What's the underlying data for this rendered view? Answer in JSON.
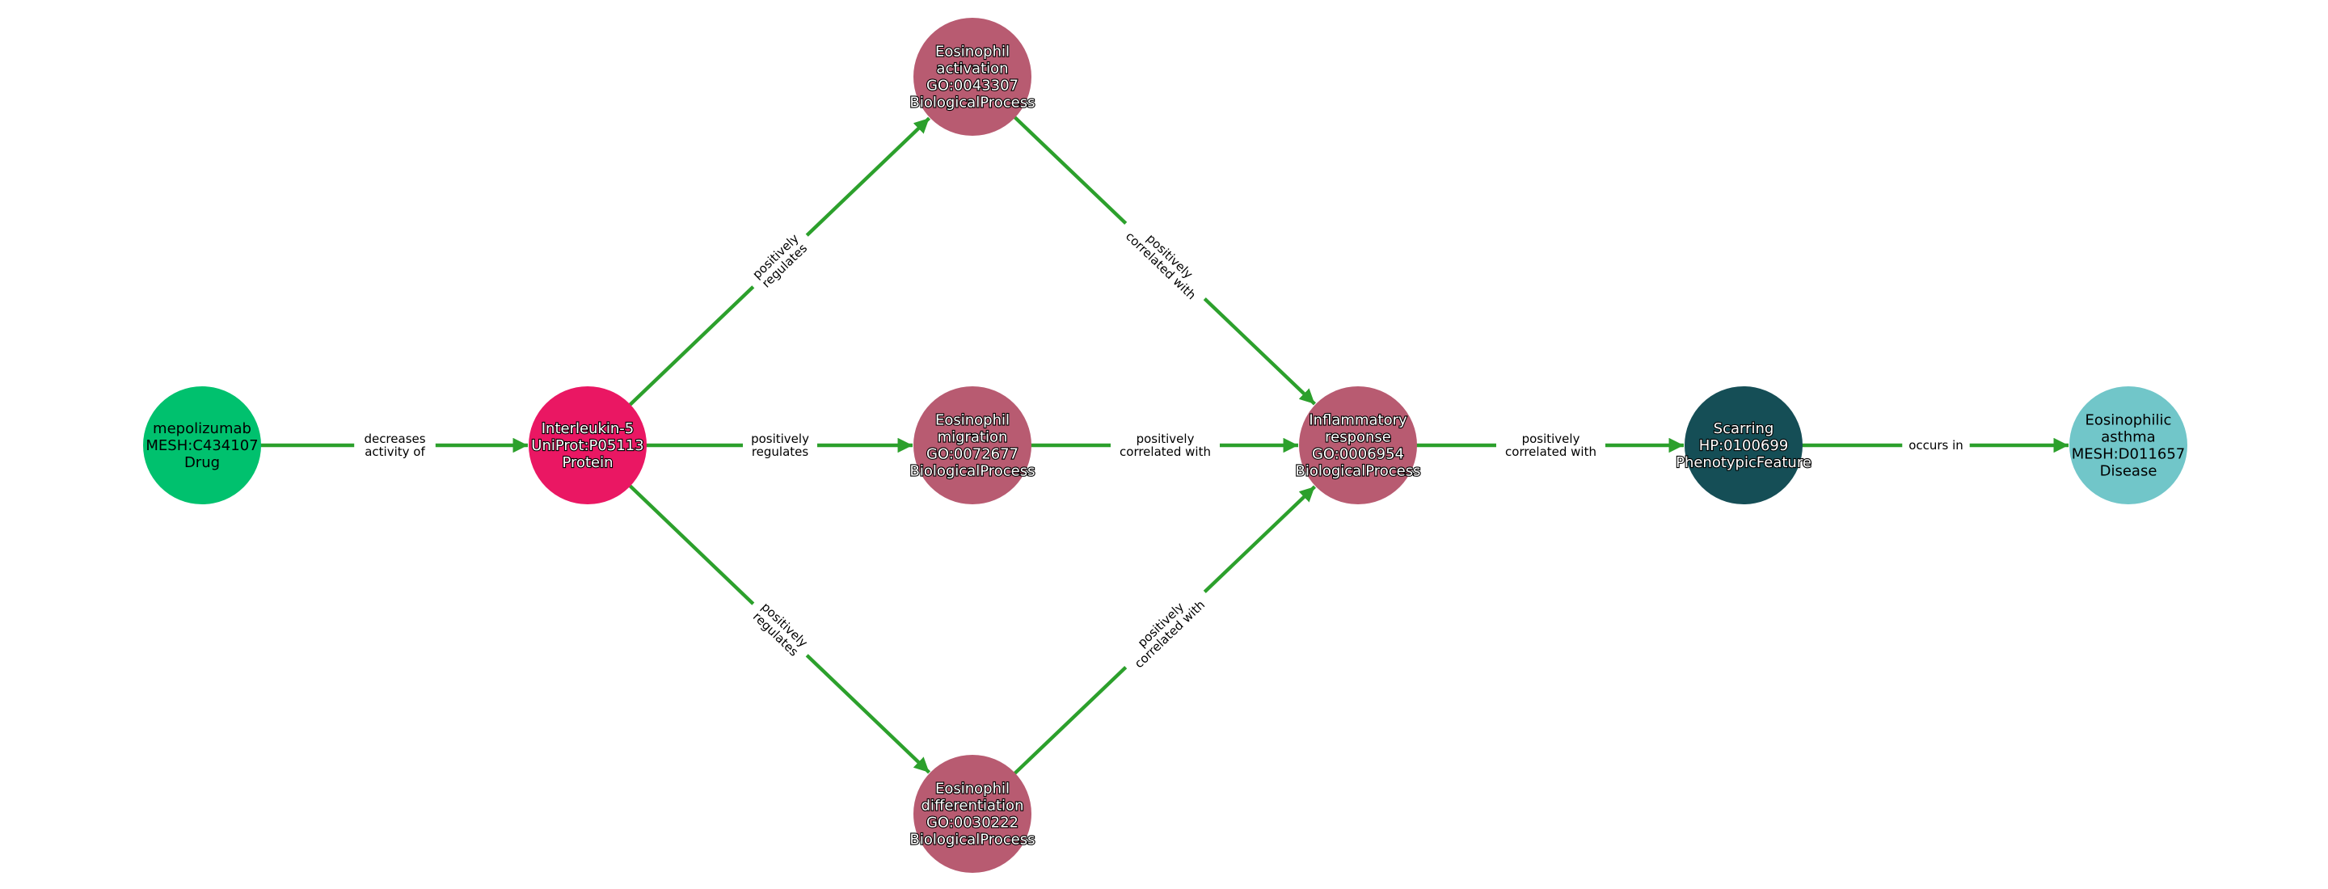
{
  "diagram": {
    "edge_color": "#2ca02c",
    "nodes": [
      {
        "id": "mepolizumab",
        "lines": [
          "mepolizumab",
          "MESH:C434107",
          "Drug"
        ],
        "color": "#00c16e",
        "text": "dark"
      },
      {
        "id": "il5",
        "lines": [
          "Interleukin-5",
          "UniProt:P05113",
          "Protein"
        ],
        "color": "#ea1763",
        "text": "light"
      },
      {
        "id": "eos-activation",
        "lines": [
          "Eosinophil",
          "activation",
          "GO:0043307",
          "BiologicalProcess"
        ],
        "color": "#b85b71",
        "text": "light"
      },
      {
        "id": "eos-migration",
        "lines": [
          "Eosinophil",
          "migration",
          "GO:0072677",
          "BiologicalProcess"
        ],
        "color": "#b85b71",
        "text": "light"
      },
      {
        "id": "eos-differentiation",
        "lines": [
          "Eosinophil",
          "differentiation",
          "GO:0030222",
          "BiologicalProcess"
        ],
        "color": "#b85b71",
        "text": "light"
      },
      {
        "id": "inflammatory-response",
        "lines": [
          "Inflammatory",
          "response",
          "GO:0006954",
          "BiologicalProcess"
        ],
        "color": "#b85b71",
        "text": "light"
      },
      {
        "id": "scarring",
        "lines": [
          "Scarring",
          "HP:0100699",
          "PhenotypicFeature"
        ],
        "color": "#154e56",
        "text": "light"
      },
      {
        "id": "eos-asthma",
        "lines": [
          "Eosinophilic",
          "asthma",
          "MESH:D011657",
          "Disease"
        ],
        "color": "#71c6c9",
        "text": "dark"
      }
    ],
    "edges": [
      {
        "from": "mepolizumab",
        "to": "il5",
        "label": [
          "decreases",
          "activity of"
        ]
      },
      {
        "from": "il5",
        "to": "eos-activation",
        "label": [
          "positively",
          "regulates"
        ]
      },
      {
        "from": "il5",
        "to": "eos-migration",
        "label": [
          "positively",
          "regulates"
        ]
      },
      {
        "from": "il5",
        "to": "eos-differentiation",
        "label": [
          "positively",
          "regulates"
        ]
      },
      {
        "from": "eos-activation",
        "to": "inflammatory-response",
        "label": [
          "positively",
          "correlated with"
        ]
      },
      {
        "from": "eos-migration",
        "to": "inflammatory-response",
        "label": [
          "positively",
          "correlated with"
        ]
      },
      {
        "from": "eos-differentiation",
        "to": "inflammatory-response",
        "label": [
          "positively",
          "correlated with"
        ]
      },
      {
        "from": "inflammatory-response",
        "to": "scarring",
        "label": [
          "positively",
          "correlated with"
        ]
      },
      {
        "from": "scarring",
        "to": "eos-asthma",
        "label": [
          "occurs in"
        ]
      }
    ]
  }
}
